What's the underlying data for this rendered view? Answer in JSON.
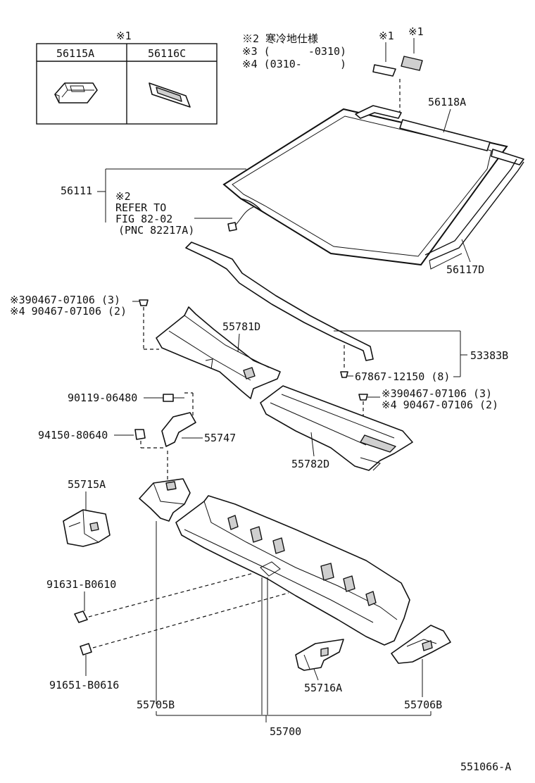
{
  "notes": {
    "note2": "※2 寒冷地仕様",
    "note3": "※3 (      -0310)",
    "note4": "※4 (0310-      )"
  },
  "inset": {
    "mark": "※1",
    "col1": "56115A",
    "col2": "56116C"
  },
  "marks": {
    "m1a": "※1",
    "m1b": "※1"
  },
  "labels": {
    "p56118A": "56118A",
    "p56111": "56111",
    "refer_mark": "※2",
    "refer_l1": "REFER TO",
    "refer_l2": "FIG 82-02",
    "refer_l3": "(PNC 82217A)",
    "p56117D": "56117D",
    "clip_a3": "※390467-07106 (3)",
    "clip_a4": "※4 90467-07106 (2)",
    "p55781D": "55781D",
    "p53383B": "53383B",
    "p67867": "67867-12150 (8)",
    "p90119": "90119-06480",
    "clip_b3": "※390467-07106 (3)",
    "clip_b4": "※4 90467-07106 (2)",
    "p94150": "94150-80640",
    "p55747": "55747",
    "p55782D": "55782D",
    "p55715A": "55715A",
    "p91631": "91631-B0610",
    "p55716A": "55716A",
    "p91651": "91651-B0616",
    "p55705B": "55705B",
    "p55706B": "55706B",
    "p55700": "55700",
    "figure_id": "551066-A"
  }
}
